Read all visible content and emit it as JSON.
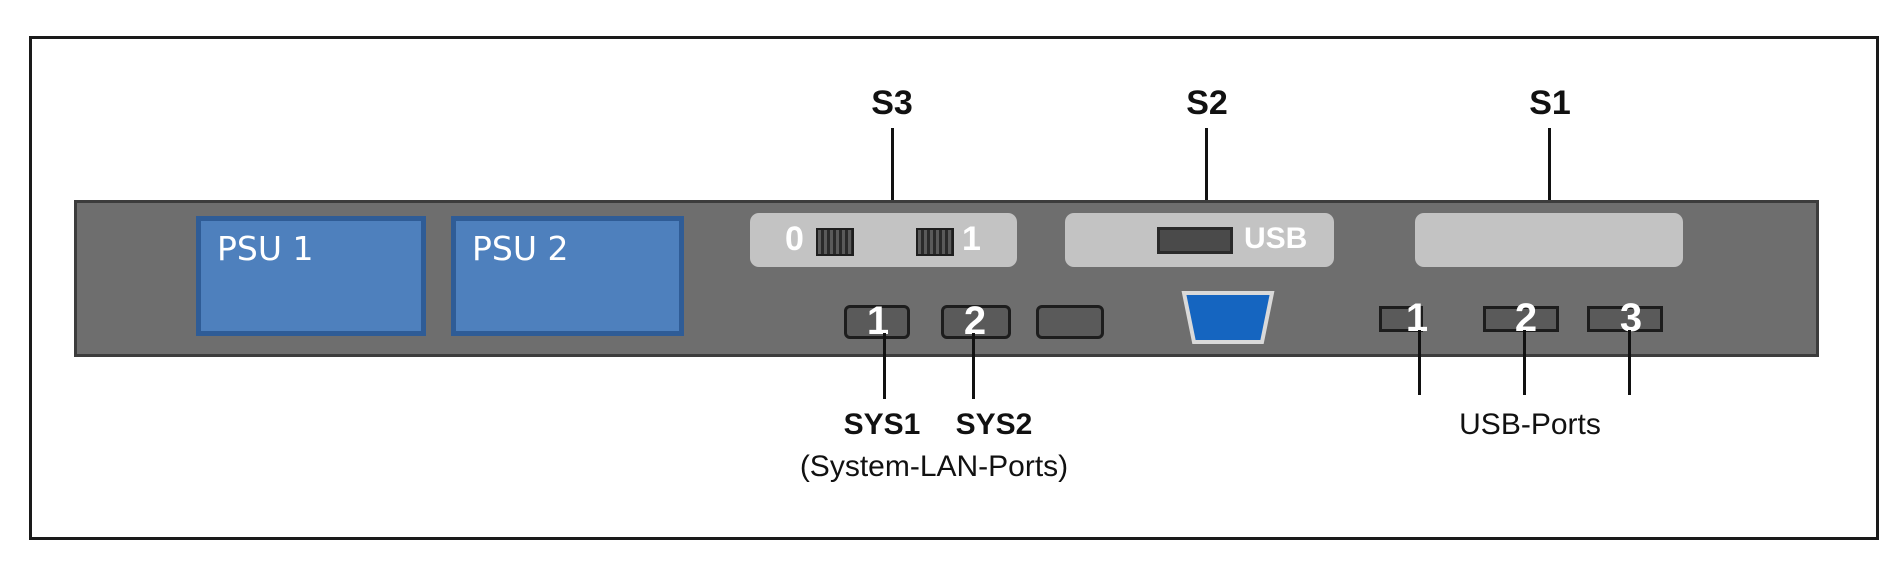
{
  "slots": {
    "s3": {
      "label": "S3",
      "left_port": "0",
      "right_port": "1"
    },
    "s2": {
      "label": "S2",
      "usb_label": "USB"
    },
    "s1": {
      "label": "S1"
    }
  },
  "psus": [
    {
      "label": "PSU 1"
    },
    {
      "label": "PSU 2"
    }
  ],
  "lan_ports": [
    {
      "number": "1",
      "label": "SYS1"
    },
    {
      "number": "2",
      "label": "SYS2"
    }
  ],
  "lan_caption": "(System-LAN-Ports)",
  "usb_ports": [
    {
      "number": "1"
    },
    {
      "number": "2"
    },
    {
      "number": "3"
    }
  ],
  "usb_caption": "USB-Ports",
  "colors": {
    "chassis": "#6e6e6e",
    "psu": "#4e80bd",
    "vga": "#1565c0",
    "slot": "#c3c3c3"
  }
}
